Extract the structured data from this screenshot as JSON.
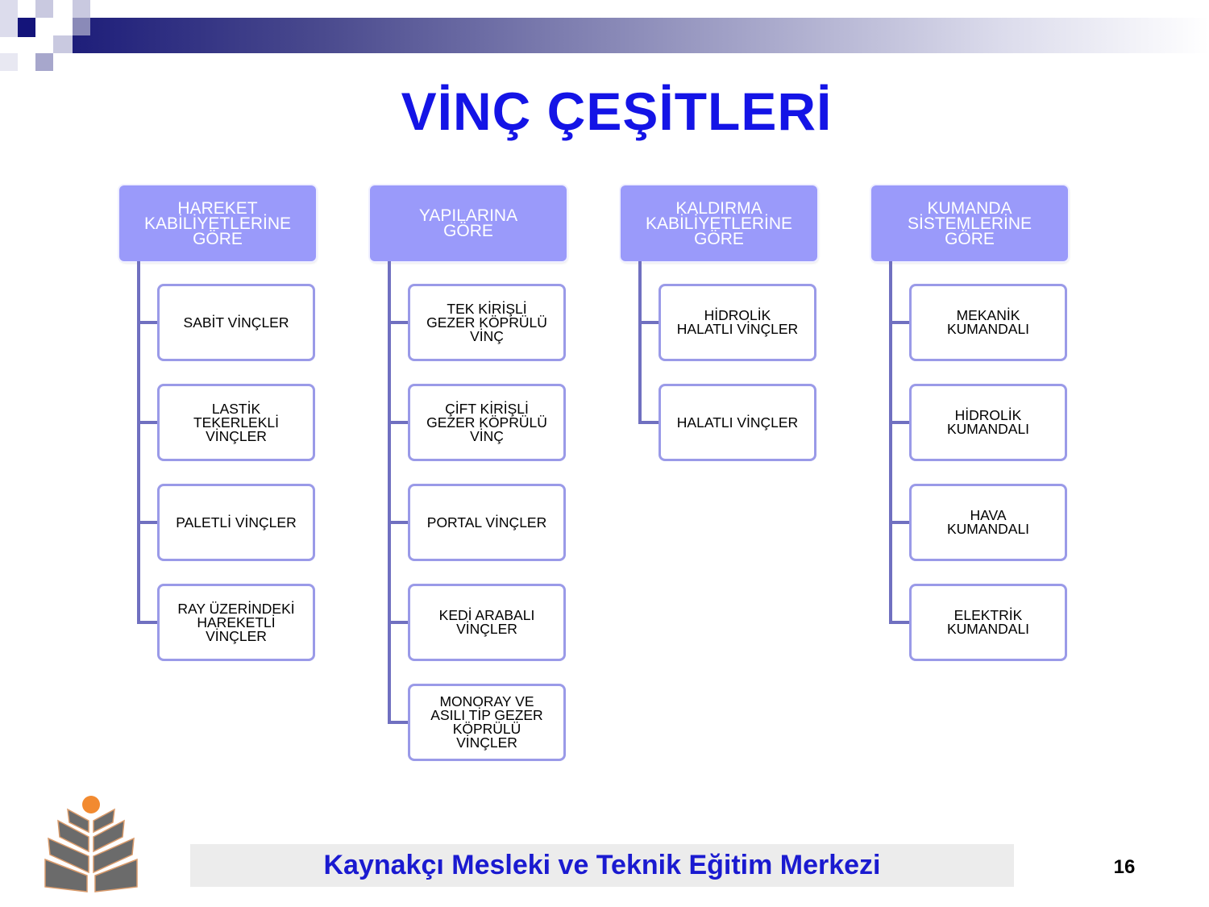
{
  "slide": {
    "title": "VİNÇ ÇEŞİTLERİ",
    "footer": "Kaynakçı Mesleki ve Teknik Eğitim Merkezi",
    "page_number": "16"
  },
  "colors": {
    "title": "#1414e6",
    "header_fill": "#9a9afa",
    "item_border": "#9a9ae8",
    "connector": "#7070c0",
    "footer_text": "#1a1ad0",
    "logo_dot": "#f28a30",
    "logo_shape": "#6b6b6b"
  },
  "logo_icon": "organization-logo-icon",
  "diagram": {
    "columns": [
      {
        "header": "HAREKET\nKABİLİYETLERİNE\nGÖRE",
        "items": [
          "SABİT VİNÇLER",
          "LASTİK\nTEKERLEKLİ\nVİNÇLER",
          "PALETLİ VİNÇLER",
          "RAY ÜZERİNDEKİ\nHAREKETLİ\nVİNÇLER"
        ]
      },
      {
        "header": "YAPILARINA\nGÖRE",
        "items": [
          "TEK KİRİŞLİ\nGEZER KÖPRÜLÜ\nVİNÇ",
          "ÇİFT KİRİŞLİ\nGEZER KÖPRÜLÜ\nVİNÇ",
          "PORTAL VİNÇLER",
          "KEDİ ARABALI\nVİNÇLER",
          "MONORAY VE\nASILI TİP GEZER\nKÖPRÜLÜ\nVİNÇLER"
        ]
      },
      {
        "header": "KALDIRMA\nKABİLİYETLERİNE\nGÖRE",
        "items": [
          "HİDROLİK\nHALATLI VİNÇLER",
          "HALATLI VİNÇLER"
        ]
      },
      {
        "header": "KUMANDA\nSİSTEMLERİNE\nGÖRE",
        "items": [
          "MEKANİK\nKUMANDALI",
          "HİDROLİK\nKUMANDALI",
          "HAVA\nKUMANDALI",
          "ELEKTRİK\nKUMANDALI"
        ]
      }
    ]
  }
}
